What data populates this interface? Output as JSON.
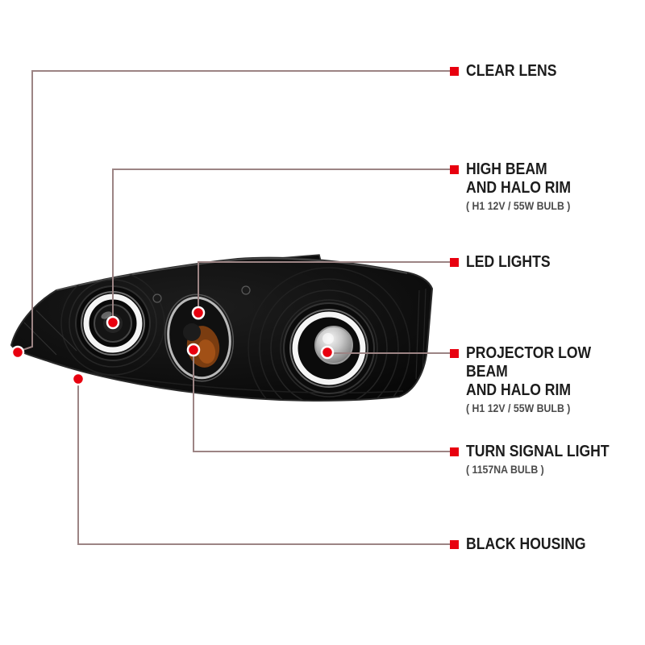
{
  "diagram": {
    "subject": "projector-headlight-annotated-diagram",
    "background": "#ffffff"
  },
  "colors": {
    "accent_red": "#e8000f",
    "callout_line": "#9c8484",
    "label_text": "#1c1c1c",
    "sub_text": "#4b4b4b",
    "housing_black": "#0a0a0a",
    "halo_white": "#f5f5f5",
    "turn_signal_amber": "#7a3c10"
  },
  "callouts": [
    {
      "id": "clear-lens",
      "label": "CLEAR LENS",
      "sub": ""
    },
    {
      "id": "high-beam",
      "label": "HIGH BEAM\nAND HALO RIM",
      "sub": "( H1 12V / 55W BULB )"
    },
    {
      "id": "led-lights",
      "label": "LED LIGHTS",
      "sub": ""
    },
    {
      "id": "projector-low-beam",
      "label": "PROJECTOR LOW BEAM\nAND HALO RIM",
      "sub": "( H1 12V / 55W BULB )"
    },
    {
      "id": "turn-signal",
      "label": "TURN SIGNAL LIGHT",
      "sub": "( 1157NA BULB )"
    },
    {
      "id": "black-housing",
      "label": "BLACK HOUSING",
      "sub": ""
    }
  ]
}
